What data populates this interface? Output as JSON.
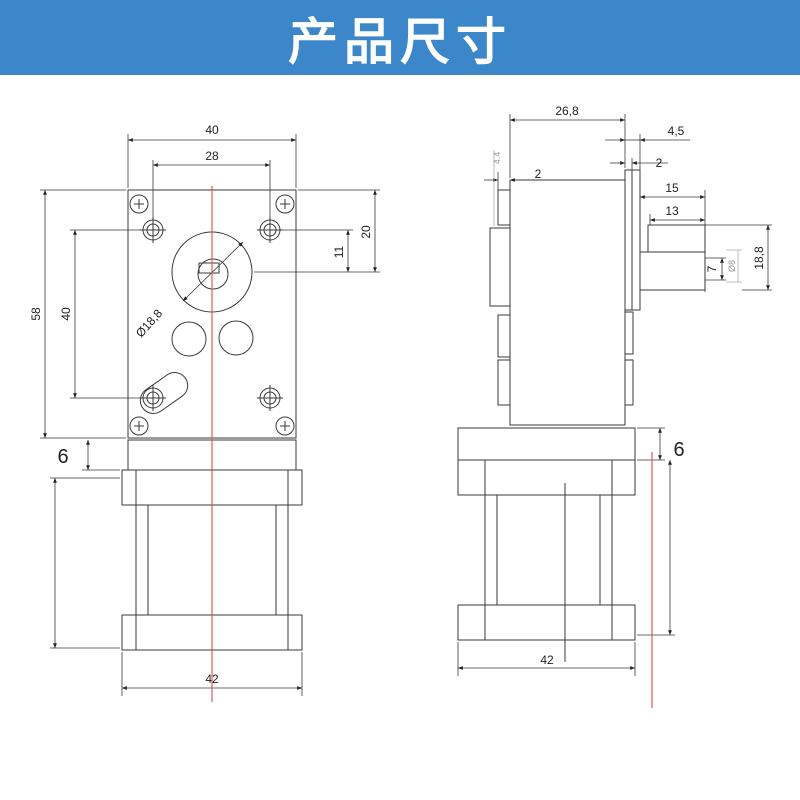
{
  "banner": {
    "title": "产品尺寸"
  },
  "colors": {
    "banner_bg": "#3b87c9",
    "banner_text": "#ffffff",
    "line": "#3a3a3a",
    "center_line": "#e05a5a",
    "faint_label": "#999999"
  },
  "front_view": {
    "gearbox_width": "40",
    "mount_hole_spacing_horizontal": "28",
    "gearbox_height": "58",
    "mount_hole_spacing_vertical": "40",
    "shaft_offset_from_top": "20",
    "shaft_offset_from_holes": "11",
    "boss_diameter": "Ø18,8",
    "flange_thickness": "6",
    "motor_width": "42"
  },
  "side_view": {
    "gearbox_depth": "26,8",
    "cover_offset": "4,5",
    "cover_plate": "2",
    "rear_plate": "2",
    "rear_step": "4.4",
    "shaft_length": "15",
    "shaft_flat_length": "13",
    "shaft_flat": "7",
    "shaft_diameter": "Ø8",
    "boss_height": "18,8",
    "flange_thickness": "6",
    "motor_width": "42"
  }
}
